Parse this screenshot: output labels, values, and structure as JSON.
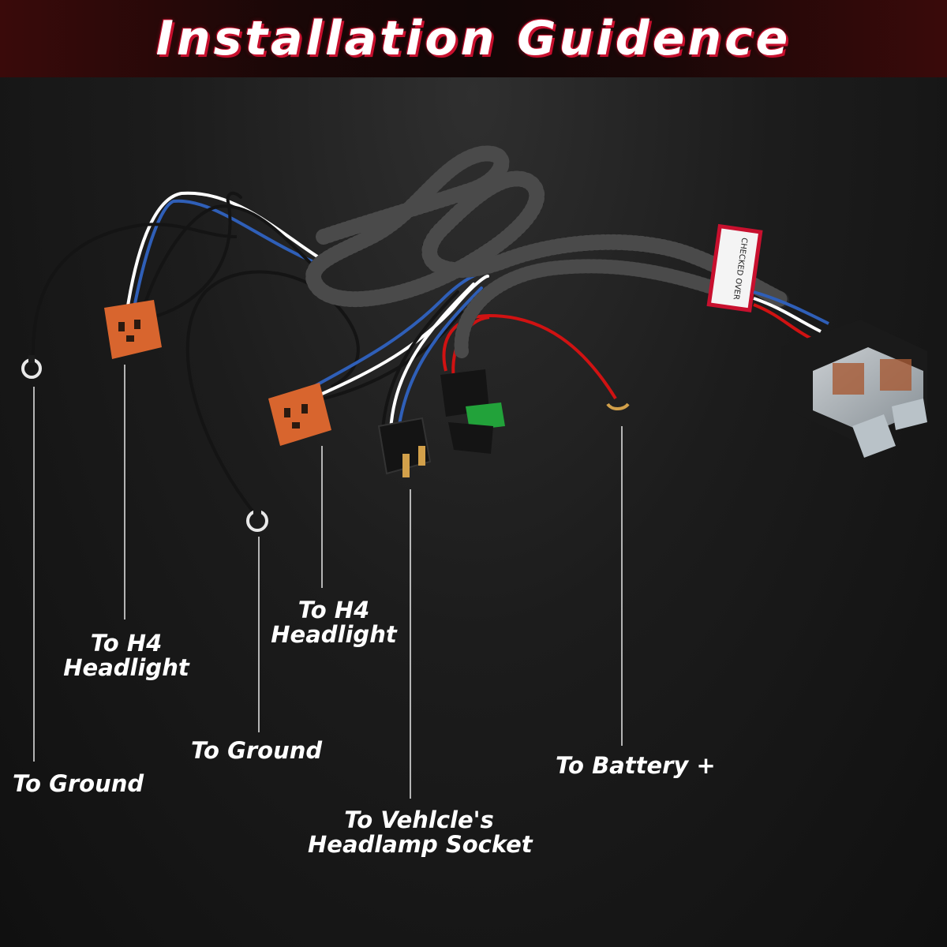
{
  "title": "Installation Guidence",
  "harness_tag_text": "CHECKED OVER",
  "callouts": [
    {
      "id": "ground-left",
      "lines": [
        "To Ground"
      ]
    },
    {
      "id": "h4-left",
      "lines": [
        "To H4",
        "Headlight"
      ]
    },
    {
      "id": "ground-center",
      "lines": [
        "To Ground"
      ]
    },
    {
      "id": "h4-center",
      "lines": [
        "To H4",
        "Headlight"
      ]
    },
    {
      "id": "vehicle-socket",
      "lines": [
        "To Vehlcle's",
        "Headlamp Socket"
      ]
    },
    {
      "id": "battery",
      "lines": [
        "To Battery +"
      ]
    }
  ],
  "colors": {
    "accent_red": "#c8102e",
    "connector_orange": "#d8652e",
    "fuse_green": "#22a23a",
    "wire_blue": "#2f5fb8",
    "wire_black": "#141414"
  }
}
